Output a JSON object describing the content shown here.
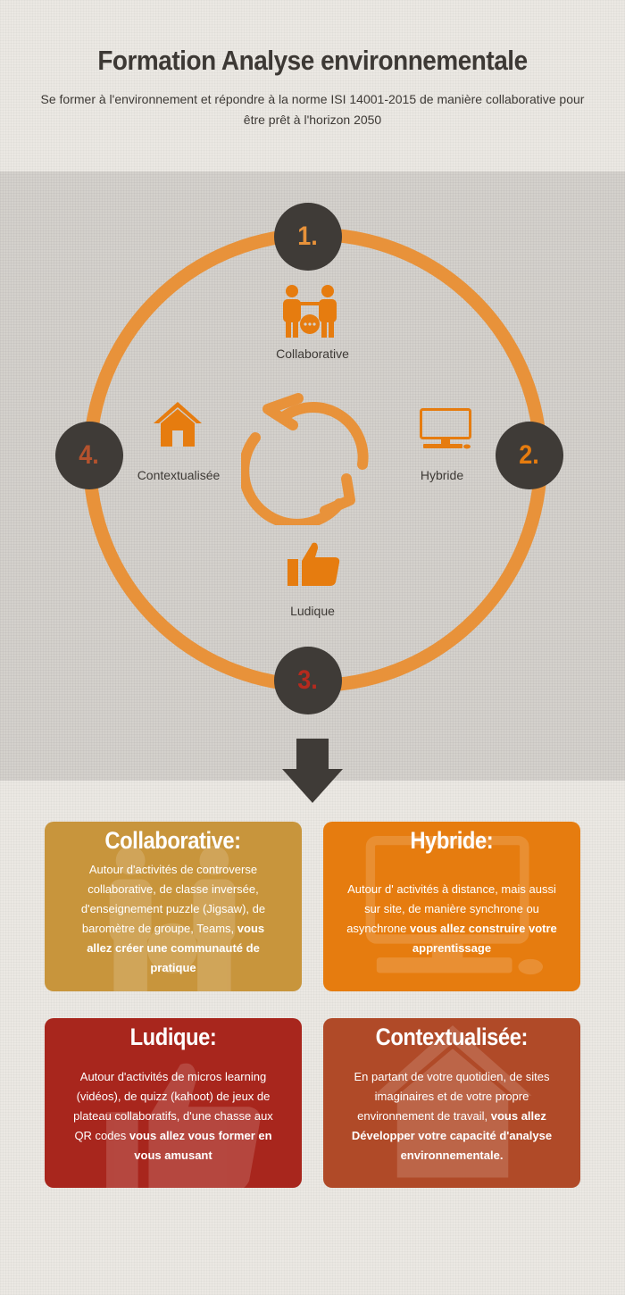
{
  "header": {
    "title": "Formation Analyse environnementale",
    "subtitle": "Se former à l'environnement et répondre à la norme ISI 14001-2015 de manière collaborative pour être prêt à l'horizon 2050"
  },
  "cycle": {
    "nodes": [
      {
        "number": "1.",
        "label": "Collaborative",
        "icon": "people-meeting-icon",
        "color": "#e8923a"
      },
      {
        "number": "2.",
        "label": "Hybride",
        "icon": "desktop-computer-icon",
        "color": "#e67c0f"
      },
      {
        "number": "3.",
        "label": "Ludique",
        "icon": "thumbs-up-icon",
        "color": "#b52a1e"
      },
      {
        "number": "4.",
        "label": "Contextualisée",
        "icon": "house-icon",
        "color": "#b4522d"
      }
    ],
    "center_icon": "cycle-arrows-icon"
  },
  "arrow_icon": "down-arrow-icon",
  "cards": [
    {
      "title": "Collaborative:",
      "text": "Autour d'activités de controverse collaborative, de classe inversée, d'enseignement puzzle (Jigsaw),  de baromètre de groupe, Teams,",
      "bold": "vous allez créer une communauté de pratique",
      "color": "#c8953c",
      "watermark": "people-watermark-icon"
    },
    {
      "title": "Hybride:",
      "text": "Autour d' activités à distance, mais aussi sur site, de manière synchrone ou asynchrone",
      "bold": "vous allez construire votre apprentissage",
      "color": "#e67c0f",
      "watermark": "computer-watermark-icon"
    },
    {
      "title": "Ludique:",
      "text": "Autour d'activités de micros learning (vidéos),  de quizz (kahoot) de jeux de plateau collaboratifs, d'une chasse aux QR codes",
      "bold": "vous allez vous former en vous amusant",
      "color": "#a8261d",
      "watermark": "thumbs-up-watermark-icon"
    },
    {
      "title": "Contextualisée:",
      "text": "En partant de votre quotidien, de sites imaginaires et de votre propre environnement de travail,",
      "bold": "vous allez Développer votre capacité d'analyse environnementale.",
      "color": "#b04a28",
      "watermark": "house-watermark-icon"
    }
  ]
}
